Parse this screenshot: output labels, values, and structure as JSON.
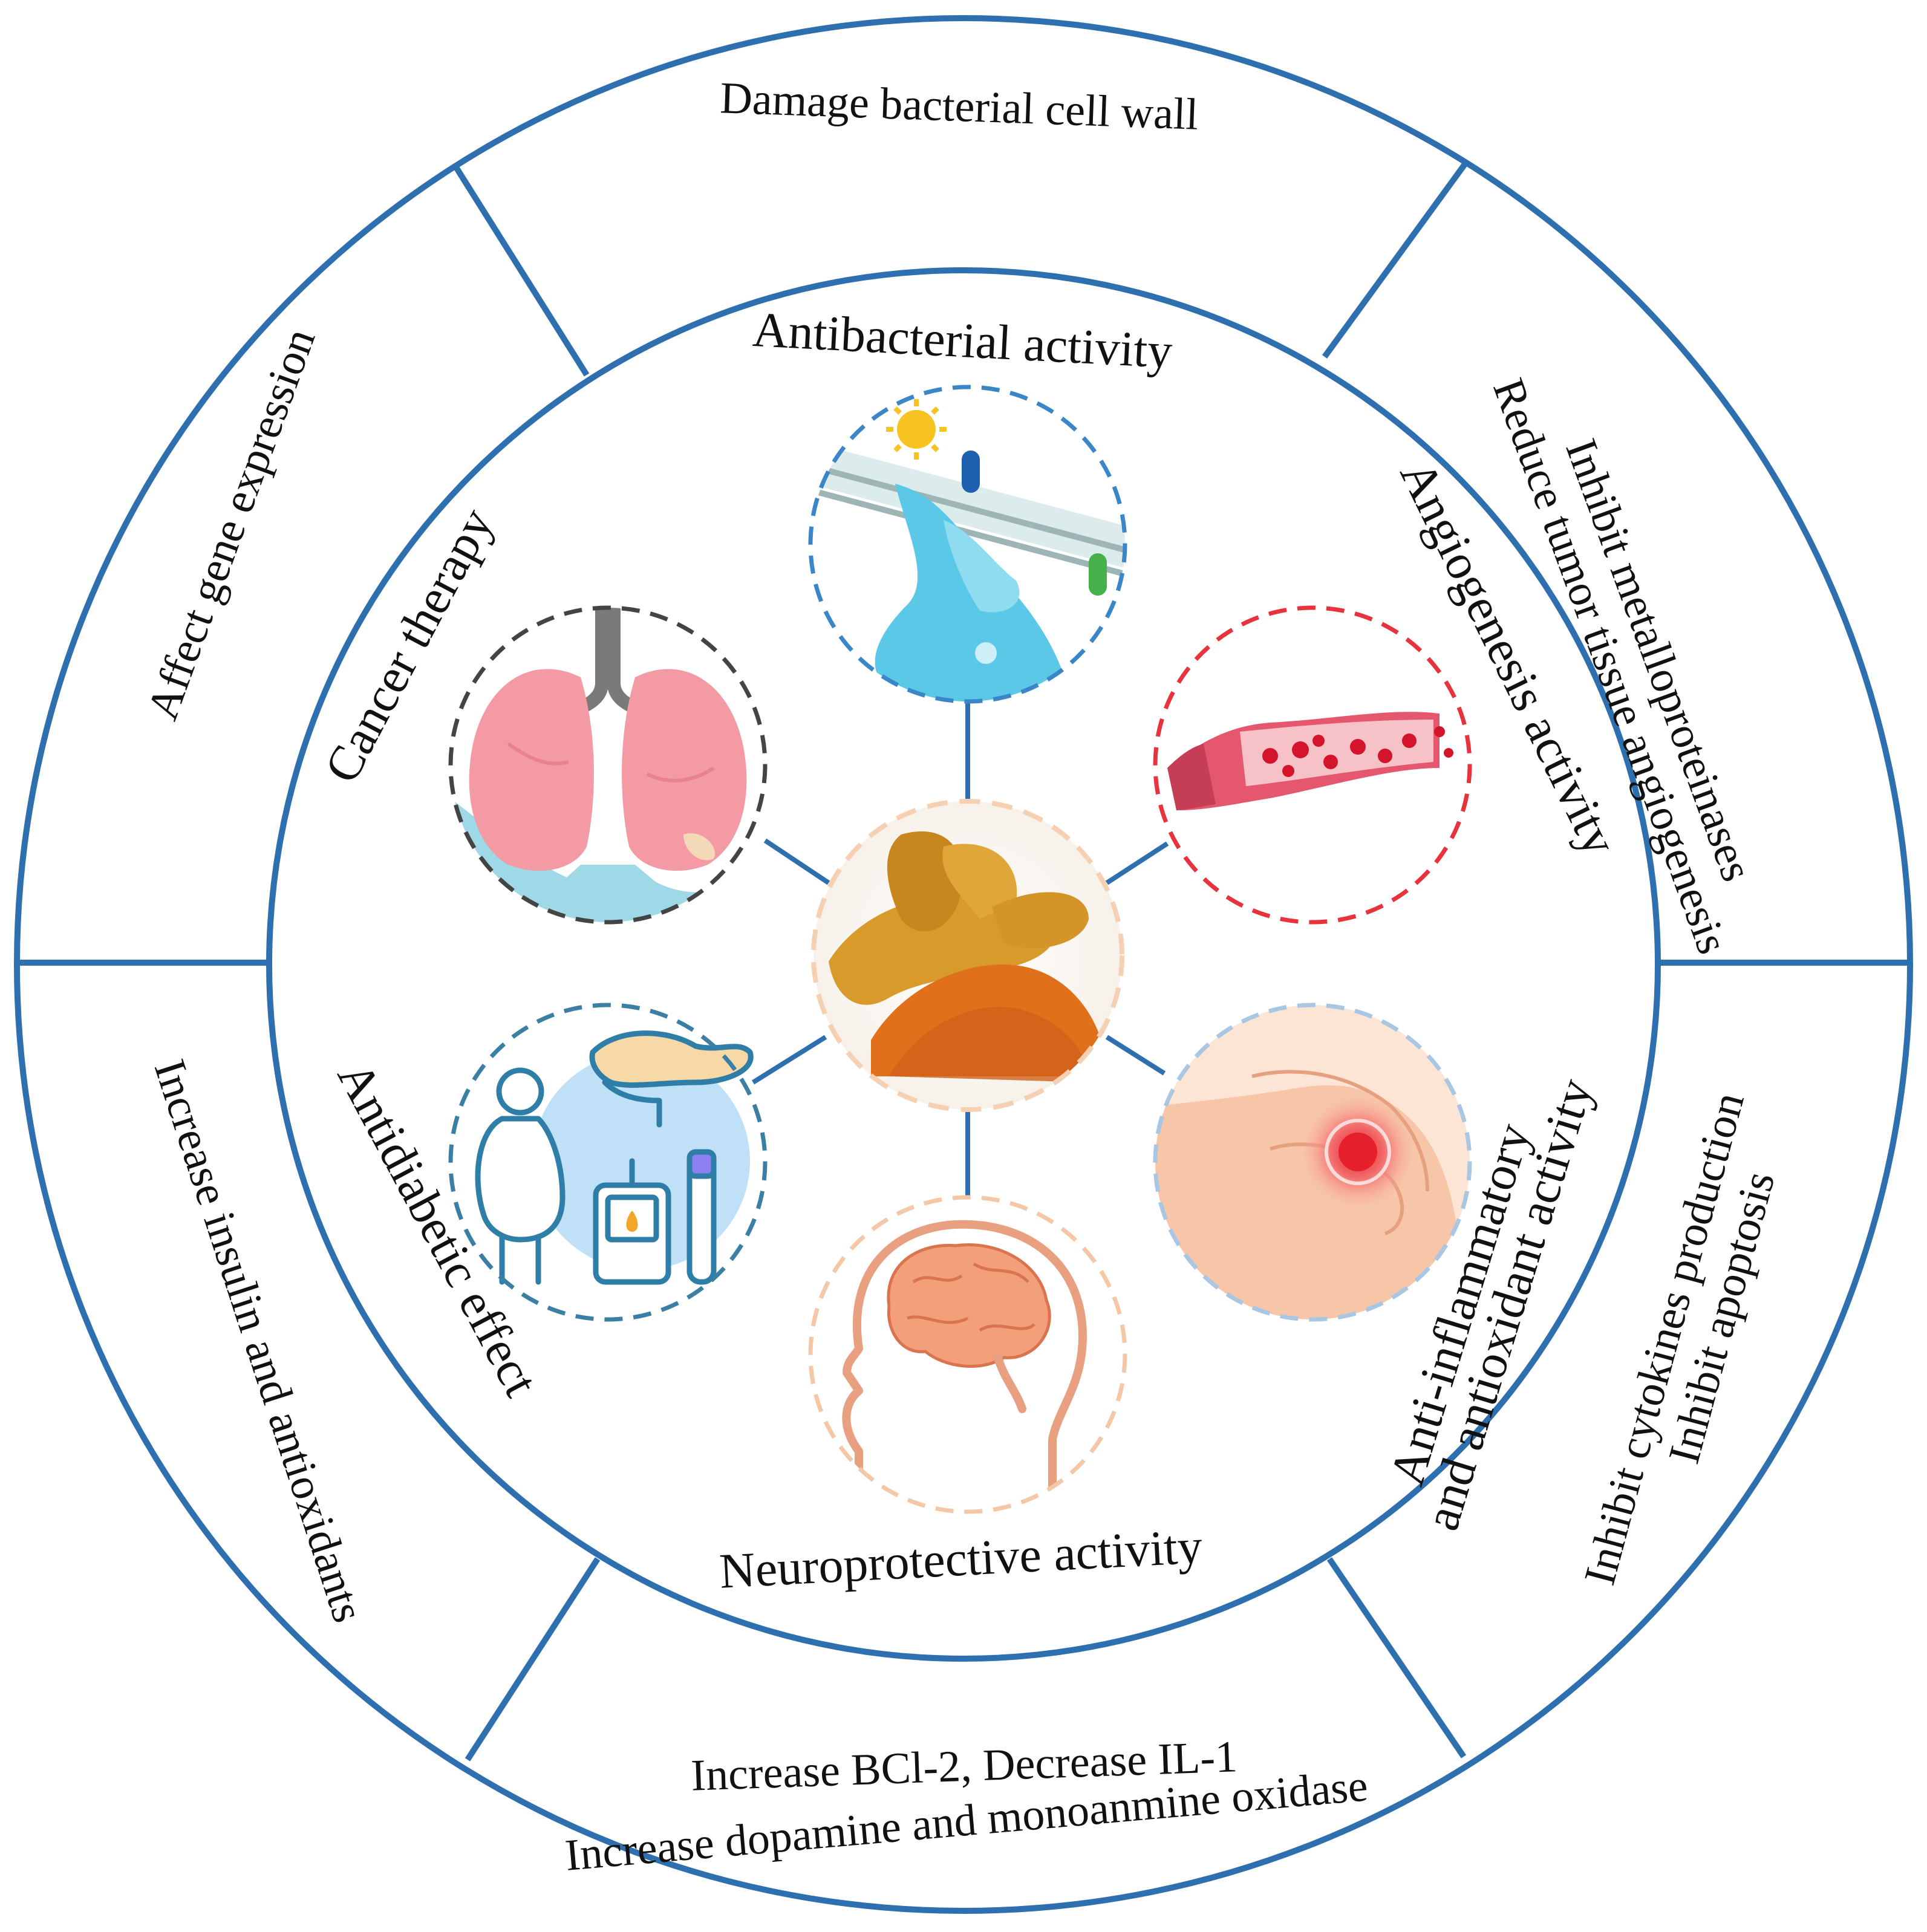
{
  "center": {
    "name": "turmeric-center"
  },
  "activities": [
    {
      "id": "antibacterial",
      "label": "Antibacterial activity"
    },
    {
      "id": "angiogenesis",
      "label": "Angiogenesis activity"
    },
    {
      "id": "anti-inflammatory",
      "label_line1": "Anti-inflammatory",
      "label_line2": "and antioxidant activity"
    },
    {
      "id": "neuroprotective",
      "label": "Neuroprotective activity"
    },
    {
      "id": "antidiabetic",
      "label": "Antidiabetic effect"
    },
    {
      "id": "cancer",
      "label": "Cancer therapy"
    }
  ],
  "mechanisms": {
    "top": "Damage bacterial cell wall",
    "right_line1": "Inhibit metalloproteinases",
    "right_line2": "Reduce tumor tissue angiogenesis",
    "lower_right_line1": "Inhibit cytokines production",
    "lower_right_line2": "Inhibit apoptosis",
    "bottom_line1": "Increase BCl-2, Decrease IL-1",
    "bottom_line2": "Increase dopamine and monoanmine oxidase",
    "lower_left": "Increase insulin and antioxidants",
    "left": "Affect gene expression"
  },
  "colors": {
    "ring": "#2e6fb0",
    "antibacterial_border": "#3a86c8",
    "angiogenesis_border": "#e8323c",
    "inflammation_border": "#a9c6e3",
    "neuro_border": "#f4c7a6",
    "diabetic_border": "#3c7fa4",
    "cancer_border": "#444444",
    "center_border": "#f6d0b2"
  }
}
